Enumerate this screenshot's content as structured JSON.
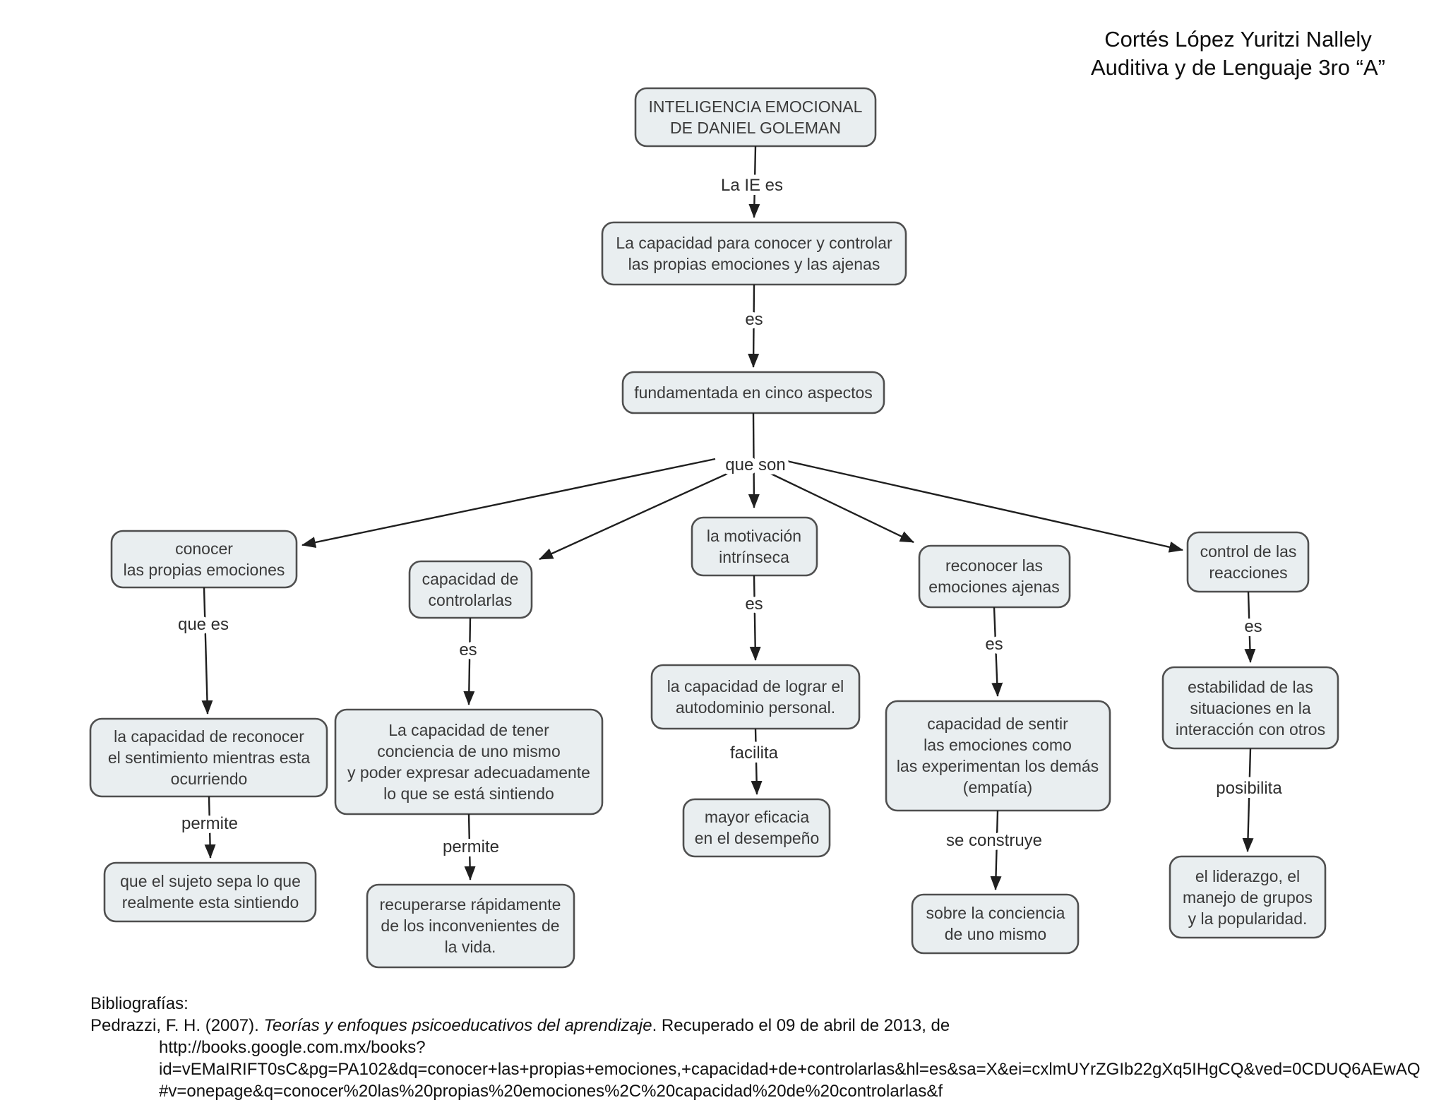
{
  "header": {
    "line1": "Cortés López Yuritzi Nallely",
    "line2": "Auditiva y de Lenguaje 3ro “A”"
  },
  "diagram": {
    "nodes": {
      "root": {
        "lines": [
          "INTELIGENCIA EMOCIONAL",
          "DE DANIEL GOLEMAN"
        ]
      },
      "definition": {
        "lines": [
          "La capacidad para conocer y controlar",
          "las propias emociones y las ajenas"
        ]
      },
      "foundation": {
        "lines": [
          "fundamentada en cinco aspectos"
        ]
      },
      "know_own": {
        "lines": [
          "conocer",
          "las propias emociones"
        ]
      },
      "know_own_def": {
        "lines": [
          "la capacidad de reconocer",
          "el sentimiento mientras esta",
          "ocurriendo"
        ]
      },
      "know_own_result": {
        "lines": [
          "que el sujeto sepa lo que",
          "realmente esta sintiendo"
        ]
      },
      "control": {
        "lines": [
          "capacidad de",
          "controlarlas"
        ]
      },
      "control_def": {
        "lines": [
          "La capacidad de tener",
          "conciencia de uno mismo",
          "y poder expresar adecuadamente",
          "lo que se está sintiendo"
        ]
      },
      "control_result": {
        "lines": [
          "recuperarse rápidamente",
          "de los inconvenientes de",
          "la vida."
        ]
      },
      "motivation": {
        "lines": [
          "la motivación",
          "intrínseca"
        ]
      },
      "motivation_def": {
        "lines": [
          "la capacidad de lograr el",
          "autodominio personal."
        ]
      },
      "motivation_result": {
        "lines": [
          "mayor eficacia",
          "en el desempeño"
        ]
      },
      "recognize": {
        "lines": [
          "reconocer las",
          "emociones ajenas"
        ]
      },
      "recognize_def": {
        "lines": [
          "capacidad de sentir",
          "las emociones como",
          "las experimentan los demás",
          "(empatía)"
        ]
      },
      "recognize_result": {
        "lines": [
          "sobre la conciencia",
          "de uno mismo"
        ]
      },
      "reactions": {
        "lines": [
          "control de las",
          "reacciones"
        ]
      },
      "reactions_def": {
        "lines": [
          "estabilidad de las",
          "situaciones en la",
          "interacción con otros"
        ]
      },
      "reactions_result": {
        "lines": [
          "el liderazgo, el",
          "manejo de grupos",
          "y la popularidad."
        ]
      }
    },
    "edge_labels": {
      "la_ie_es": "La IE es",
      "es_1": "es",
      "que_son": "que son",
      "que_es": "que es",
      "permite_1": "permite",
      "es_2": "es",
      "permite_2": "permite",
      "es_3": "es",
      "facilita": "facilita",
      "es_4": "es",
      "se_construye": "se construye",
      "es_5": "es",
      "posibilita": "posibilita"
    },
    "colors": {
      "node_fill": "#e9eef0",
      "node_border": "#4f4f4f",
      "line": "#1f1f1f",
      "text": "#3a3a3a"
    }
  },
  "bibliography": {
    "heading": "Bibliografías:",
    "entry_prefix": "Pedrazzi, F. H. (2007). ",
    "entry_title_italic": "Teorías y enfoques psicoeducativos del aprendizaje",
    "entry_suffix": ". Recuperado el 09 de abril de 2013, de",
    "url_line1": "http://books.google.com.mx/books?id=vEMaIRIFT0sC&pg=PA102&dq=conocer+las+propias+emociones,+capacidad+de+controlarlas&hl=es&sa=X&ei=cxlmUYrZGIb22gXq5IHgCQ&ved=0CDUQ6AEwAQ",
    "url_line2": "#v=onepage&q=conocer%20las%20propias%20emociones%2C%20capacidad%20de%20controlarlas&f"
  }
}
